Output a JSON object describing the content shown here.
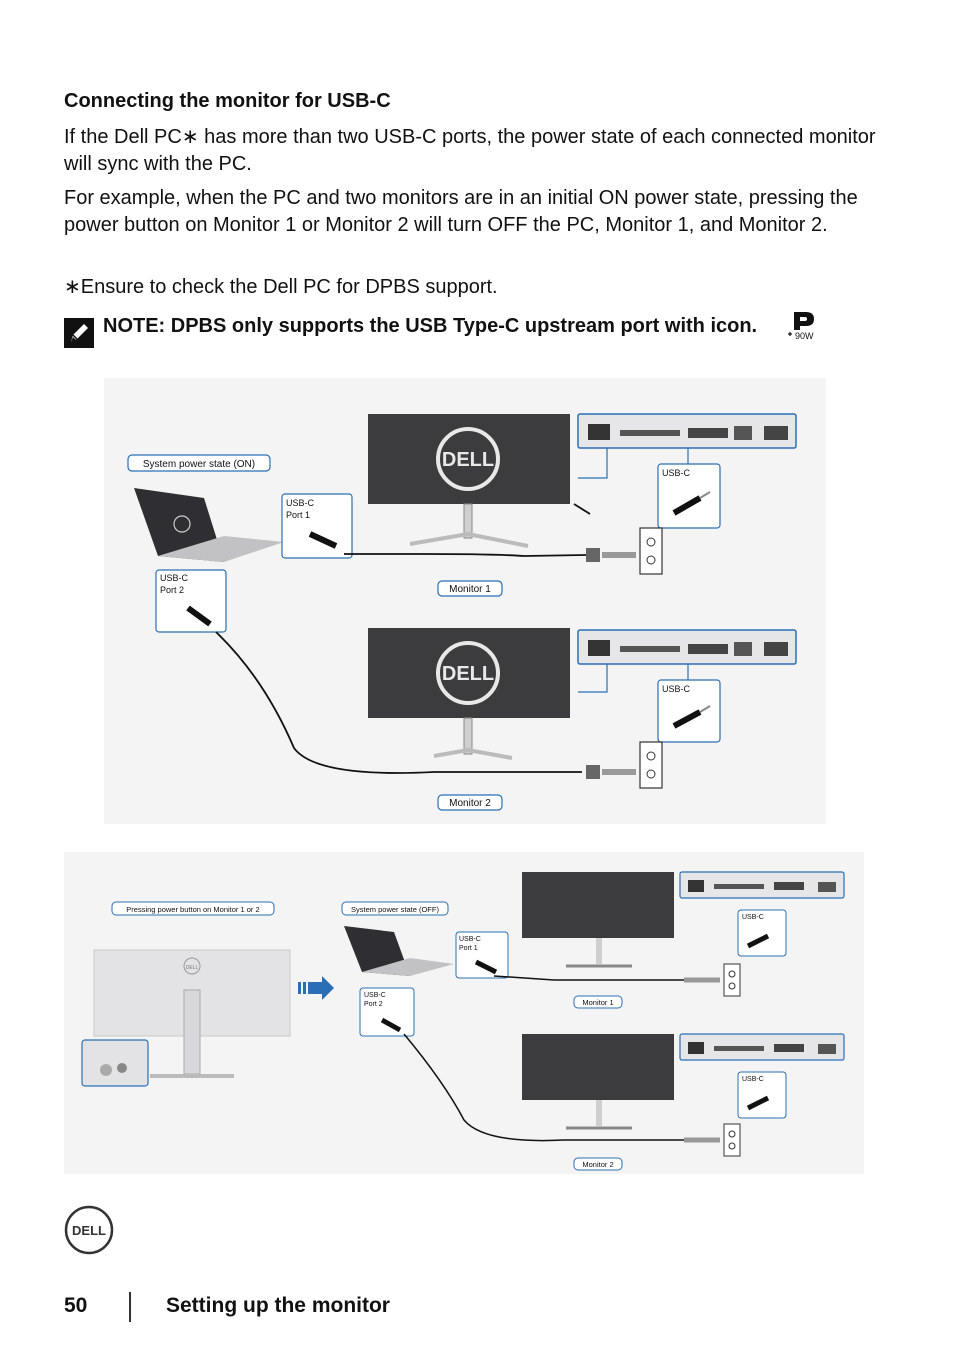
{
  "section": {
    "heading": "Connecting the monitor for USB-C",
    "paragraph1": "If the Dell PC∗ has more than two USB-C ports, the power state of each connected monitor will sync with the PC.",
    "paragraph2": "For example, when the PC and two monitors are in an initial ON power state, pressing the power button on Monitor 1 or Monitor 2 will turn OFF the PC, Monitor 1, and Monitor 2.",
    "paragraph3": "∗Ensure to check the Dell PC for DPBS support."
  },
  "note": {
    "text": "NOTE: DPBS only supports the USB Type-C upstream port with       icon.",
    "icon": "pencil-note-icon",
    "port_icon": "displayport-90w-icon",
    "port_icon_label": "90W"
  },
  "diagram1": {
    "system_state": "System power state (ON)",
    "port1": [
      "USB-C",
      "Port 1"
    ],
    "port2": [
      "USB-C",
      "Port 2"
    ],
    "monitor1_label": "Monitor 1",
    "monitor2_label": "Monitor 2",
    "usbc_label": "USB-C",
    "logo": "DELL"
  },
  "diagram2": {
    "pressing": "Pressing power button on Monitor 1 or 2",
    "system_state": "System power state (OFF)",
    "port1": [
      "USB-C",
      "Port 1"
    ],
    "port2": [
      "USB-C",
      "Port 2"
    ],
    "monitor1_label": "Monitor 1",
    "monitor2_label": "Monitor 2",
    "usbc_label": "USB-C",
    "logo": "DELL"
  },
  "footer": {
    "logo": "DELL",
    "page_number": "50",
    "section_title": "Setting up the monitor"
  },
  "colors": {
    "callout_border": "#2a6fb5",
    "cable": "#111111",
    "arrow_blue": "#2a6fb5",
    "screen_dark": "#3c3c3e",
    "diagram_bg": "#f4f4f5"
  }
}
